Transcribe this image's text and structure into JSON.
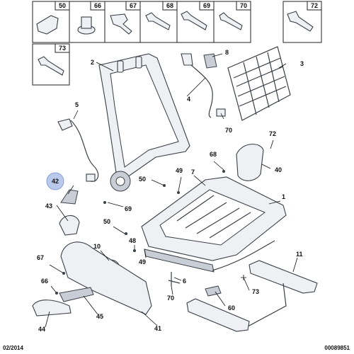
{
  "header_boxes": [
    {
      "label": "50"
    },
    {
      "label": "66"
    },
    {
      "label": "67"
    },
    {
      "label": "68"
    },
    {
      "label": "69"
    },
    {
      "label": "70"
    },
    {
      "label": "72"
    },
    {
      "label": "73"
    }
  ],
  "callouts": {
    "c1": "1",
    "c2": "2",
    "c3": "3",
    "c4": "4",
    "c5": "5",
    "c6": "6",
    "c7": "7",
    "c8": "8",
    "c10": "10",
    "c11": "11",
    "c40": "40",
    "c41": "41",
    "c42": "42",
    "c43": "43",
    "c44": "44",
    "c45": "45",
    "c48": "48",
    "c49": "49",
    "c50": "50",
    "c60": "60",
    "c66": "66",
    "c67": "67",
    "c68": "68",
    "c69": "69",
    "c70": "70",
    "c72": "72",
    "c73": "73"
  },
  "colors": {
    "highlight_fill": "#b9c9ec",
    "part_fill": "#eef0f3",
    "part_stroke": "#3a3f47"
  },
  "footer": {
    "date": "02/2014",
    "reference": "00089851"
  }
}
